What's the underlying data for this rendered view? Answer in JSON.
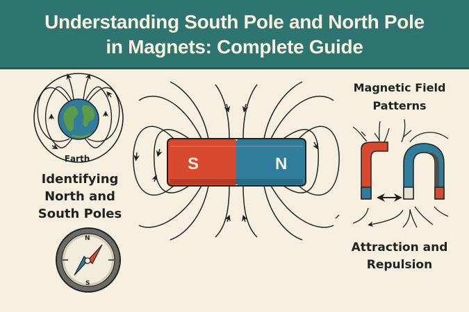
{
  "header": {
    "title_line1": "Understanding South Pole and North Pole",
    "title_line2": "in Magnets: Complete Guide",
    "background": "#2e7572"
  },
  "sections": {
    "earth": {
      "label": "Earth"
    },
    "identify": {
      "line1": "Identifying",
      "line2": "North and",
      "line3": "South Poles"
    },
    "bar_magnet": {
      "south_label": "S",
      "north_label": "N",
      "south_color": "#d9492e",
      "north_color": "#2f7d9a"
    },
    "compass": {
      "north": "N",
      "south": "S"
    },
    "field_patterns": {
      "line1": "Magnetic Field",
      "line2": "Patterns"
    },
    "attraction": {
      "line1": "Attraction and",
      "line2": "Repulsion"
    }
  },
  "colors": {
    "background": "#f6efe0",
    "ink": "#1e2322",
    "red": "#d9492e",
    "blue": "#2f7d9a"
  }
}
